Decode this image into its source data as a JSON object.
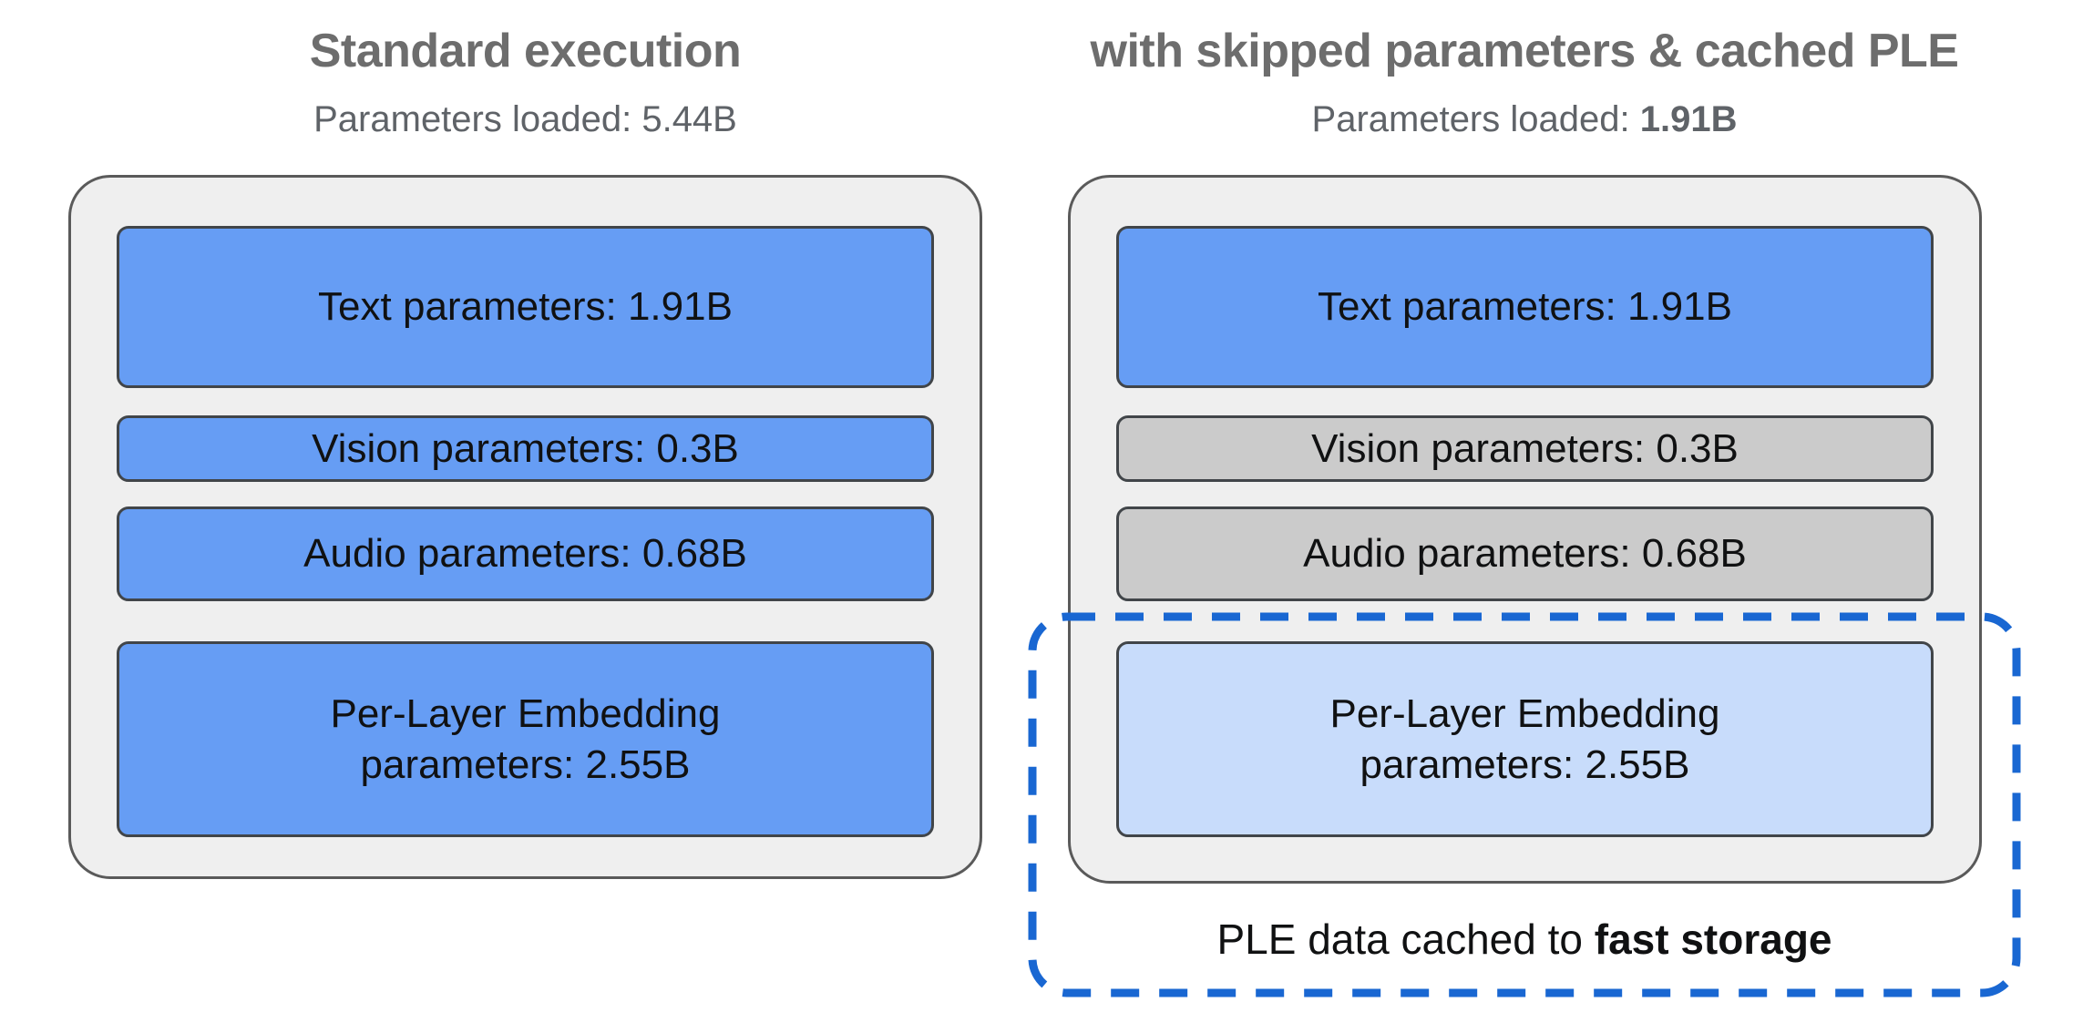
{
  "colors": {
    "box_blue": "#669df4",
    "box_gray": "#cbcbcb",
    "box_lightblue": "#c8dcfb",
    "panel_bg": "#efefef",
    "panel_border": "#5a5a5a",
    "box_border": "#414549",
    "dashed_blue": "#1967d2",
    "title_gray": "#6d6d6d",
    "subtitle_gray": "#5f6368",
    "text_black": "#101112"
  },
  "panels": [
    {
      "title": "Standard execution",
      "subtitle_label": "Parameters loaded: ",
      "subtitle_value": "5.44B",
      "boxes": [
        {
          "label": "Text parameters: 1.91B",
          "state": "loaded"
        },
        {
          "label": "Vision parameters: 0.3B",
          "state": "loaded"
        },
        {
          "label": "Audio parameters: 0.68B",
          "state": "loaded"
        },
        {
          "label_lines": [
            "Per-Layer Embedding",
            "parameters: 2.55B"
          ],
          "state": "loaded"
        }
      ]
    },
    {
      "title": "with skipped parameters & cached PLE",
      "subtitle_label": "Parameters loaded: ",
      "subtitle_value": "1.91B",
      "boxes": [
        {
          "label": "Text parameters: 1.91B",
          "state": "loaded"
        },
        {
          "label": "Vision parameters: 0.3B",
          "state": "skipped"
        },
        {
          "label": "Audio parameters: 0.68B",
          "state": "skipped"
        },
        {
          "label_lines": [
            "Per-Layer Embedding",
            "parameters: 2.55B"
          ],
          "state": "cached"
        }
      ],
      "cache_note_prefix": "PLE data cached to ",
      "cache_note_bold": "fast storage"
    }
  ]
}
